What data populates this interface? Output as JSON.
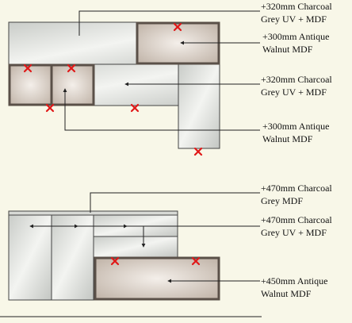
{
  "labels": {
    "top_grey_1": [
      "+320mm Charcoal",
      "Grey UV + MDF"
    ],
    "top_walnut_1": [
      "+300mm Antique",
      "Walnut MDF"
    ],
    "top_grey_2": [
      "+320mm Charcoal",
      "Grey UV + MDF"
    ],
    "top_walnut_2": [
      "+300mm Antique",
      "Walnut MDF"
    ],
    "bottom_grey_mdf": [
      "+470mm Charcoal",
      "Grey MDF"
    ],
    "bottom_grey_uv": [
      "+470mm Charcoal",
      "Grey UV + MDF"
    ],
    "bottom_walnut": [
      "+450mm Antique",
      "Walnut MDF"
    ]
  },
  "colors": {
    "background": "#f8f7e8",
    "grey_panel": "#e4e6e2",
    "walnut_panel": "#d9d0c8",
    "frame": "#5a5048",
    "marker": "#e01818",
    "line": "#222222"
  }
}
